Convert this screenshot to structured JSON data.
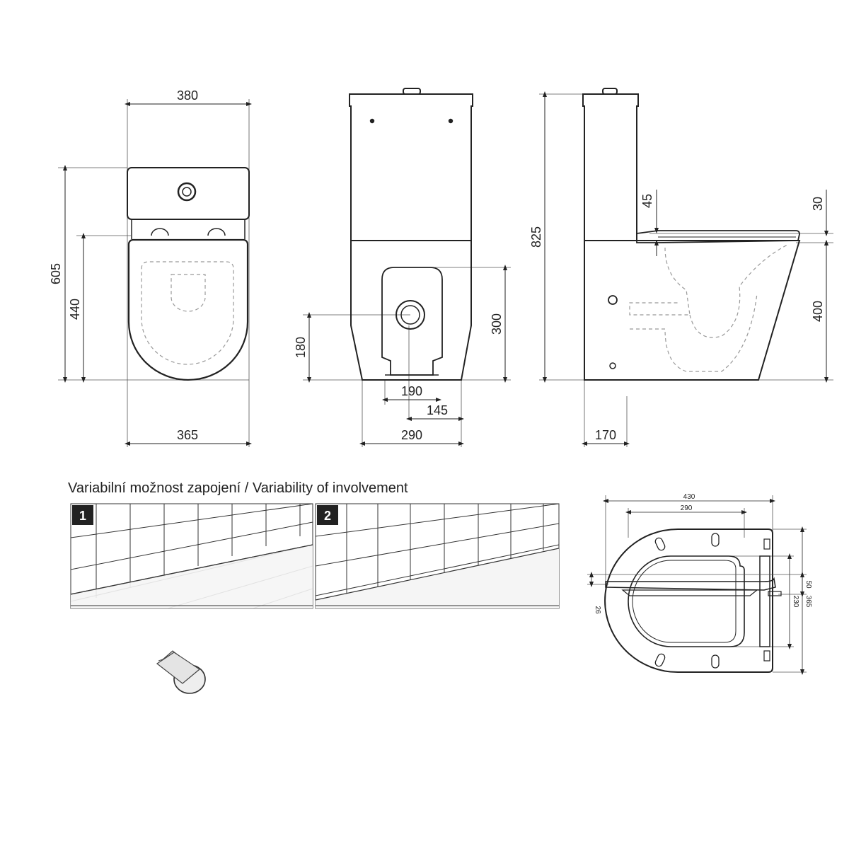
{
  "heading": "Variabilní možnost zapojení / Variability of involvement",
  "top_view": {
    "dim_width_top": "380",
    "dim_depth": "605",
    "dim_bowl": "440",
    "dim_width_bottom": "365"
  },
  "front_view": {
    "dim_outlet_height": "180",
    "dim_outlet_cover": "300",
    "dim_base_inner": "190",
    "dim_offset": "145",
    "dim_base": "290"
  },
  "side_view": {
    "dim_height": "825",
    "dim_seat_gap": "45",
    "dim_seat_thickness": "30",
    "dim_seat_height": "400",
    "dim_back_offset": "170"
  },
  "install_panels": [
    {
      "badge": "1"
    },
    {
      "badge": "2"
    }
  ],
  "seat_top_view": {
    "dim_length": "430",
    "dim_inner_length": "290",
    "dim_inner_width": "230",
    "dim_width": "365"
  },
  "seat_side_view": {
    "dim_total": "50",
    "dim_seat": "26"
  },
  "colors": {
    "line": "#222222",
    "dashed": "#999999",
    "badge": "#222222"
  }
}
